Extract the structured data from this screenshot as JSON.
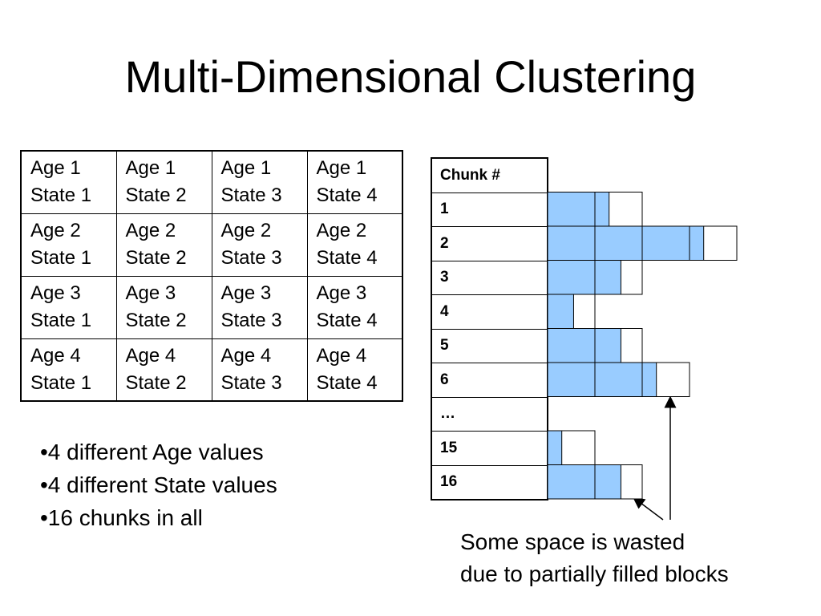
{
  "slide": {
    "title": "Multi-Dimensional Clustering"
  },
  "grid": {
    "rows": [
      [
        {
          "line1": "Age 1",
          "line2": "State 1"
        },
        {
          "line1": "Age 1",
          "line2": "State 2"
        },
        {
          "line1": "Age 1",
          "line2": "State 3"
        },
        {
          "line1": "Age 1",
          "line2": "State 4"
        }
      ],
      [
        {
          "line1": "Age 2",
          "line2": "State 1"
        },
        {
          "line1": "Age 2",
          "line2": "State 2"
        },
        {
          "line1": "Age 2",
          "line2": "State 3"
        },
        {
          "line1": "Age 2",
          "line2": "State 4"
        }
      ],
      [
        {
          "line1": "Age 3",
          "line2": "State 1"
        },
        {
          "line1": "Age 3",
          "line2": "State 2"
        },
        {
          "line1": "Age 3",
          "line2": "State 3"
        },
        {
          "line1": "Age 3",
          "line2": "State 4"
        }
      ],
      [
        {
          "line1": "Age 4",
          "line2": "State 1"
        },
        {
          "line1": "Age 4",
          "line2": "State 2"
        },
        {
          "line1": "Age 4",
          "line2": "State 3"
        },
        {
          "line1": "Age 4",
          "line2": "State 4"
        }
      ]
    ]
  },
  "bullets": [
    "•4 different Age values",
    "•4 different State values",
    "•16 chunks in all"
  ],
  "chunk_table": {
    "header": "Chunk #",
    "rows": [
      {
        "label": "1",
        "full_blocks": 1,
        "partial_fill": 0.3
      },
      {
        "label": "2",
        "full_blocks": 3,
        "partial_fill": 0.3
      },
      {
        "label": "3",
        "full_blocks": 1,
        "partial_fill": 0.55
      },
      {
        "label": "4",
        "full_blocks": 0,
        "partial_fill": 0.55
      },
      {
        "label": "5",
        "full_blocks": 1,
        "partial_fill": 0.55
      },
      {
        "label": "6",
        "full_blocks": 2,
        "partial_fill": 0.3
      },
      {
        "label": "…",
        "full_blocks": null,
        "partial_fill": null
      },
      {
        "label": "15",
        "full_blocks": 0,
        "partial_fill": 0.3
      },
      {
        "label": "16",
        "full_blocks": 1,
        "partial_fill": 0.55
      }
    ],
    "fill_color": "#99CCFF",
    "empty_color": "#FFFFFF"
  },
  "annotation": {
    "line1": "Some space is wasted",
    "line2": "due to partially filled blocks"
  }
}
